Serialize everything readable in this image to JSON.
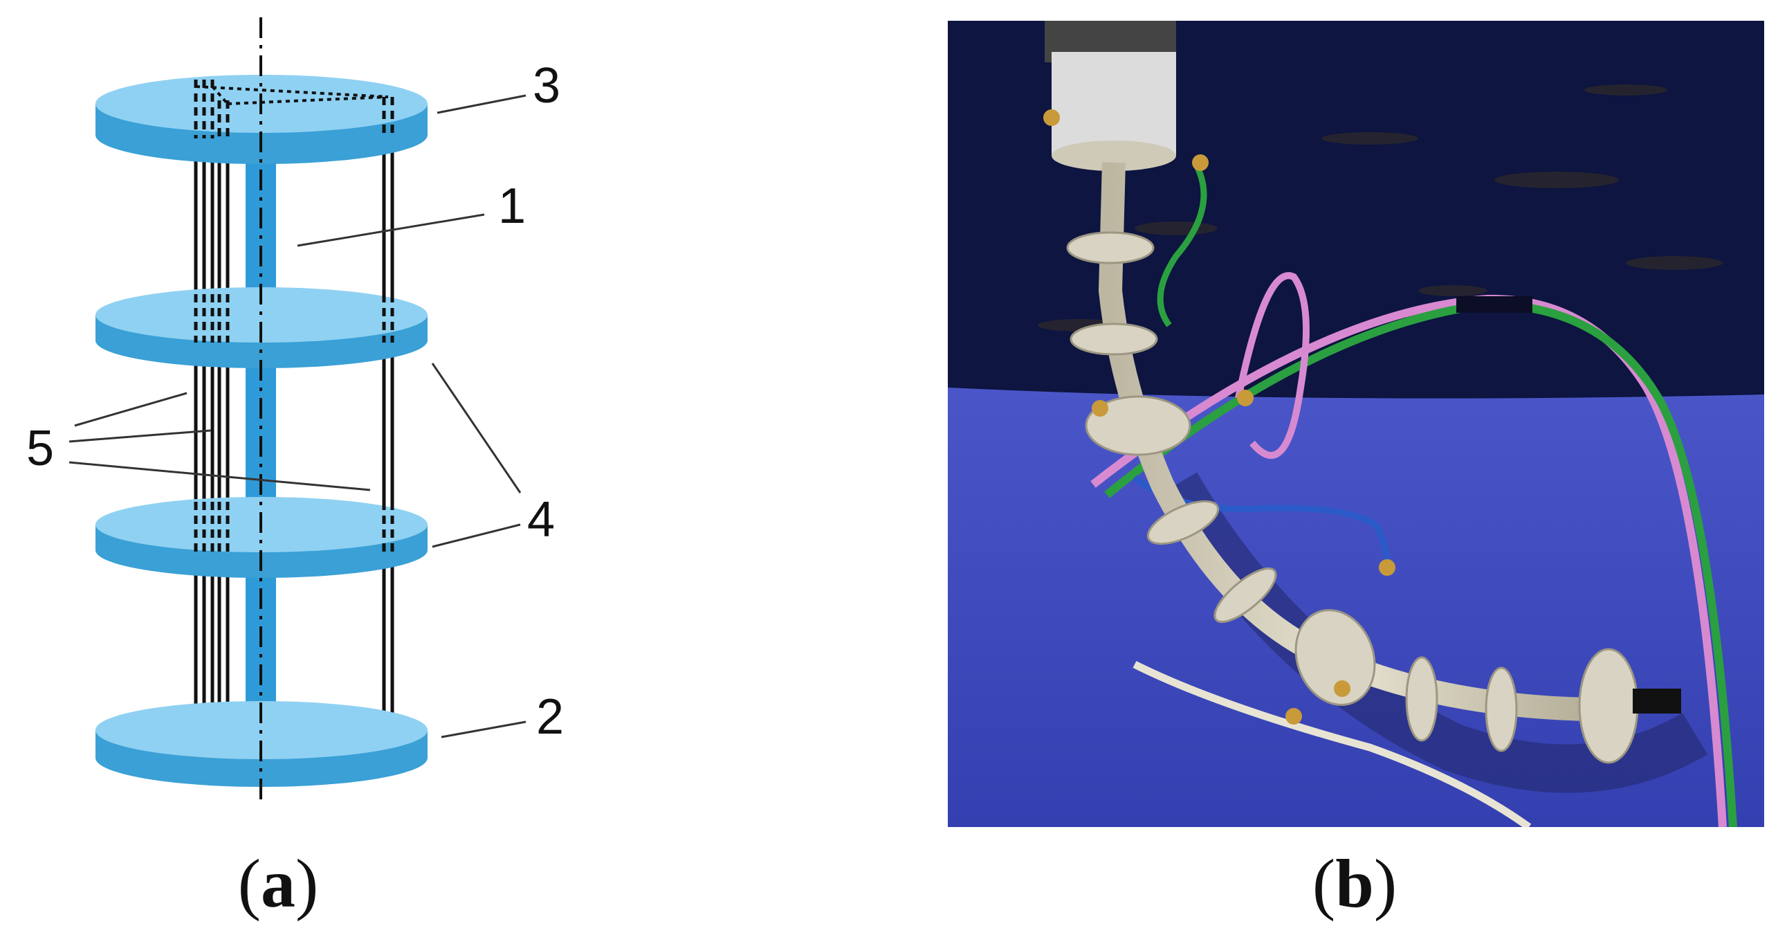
{
  "panel_a": {
    "labels": [
      "1",
      "2",
      "3",
      "4",
      "5"
    ],
    "caption_letter": "a"
  },
  "panel_b": {
    "caption_letter": "b"
  },
  "colors": {
    "disk_top": "#8fd1f2",
    "disk_side": "#3aa0d6",
    "rod": "#2f9ad8",
    "tendon": "#111111",
    "photo_wall": "#0d1540",
    "photo_floor": "#3a45b8",
    "segment": "#d8d3c2",
    "wire_pink": "#d88ad0",
    "wire_green": "#2aa040",
    "wire_blue": "#2a5ac8",
    "wire_white": "#e8e4d4",
    "screw": "#c89a3a"
  }
}
